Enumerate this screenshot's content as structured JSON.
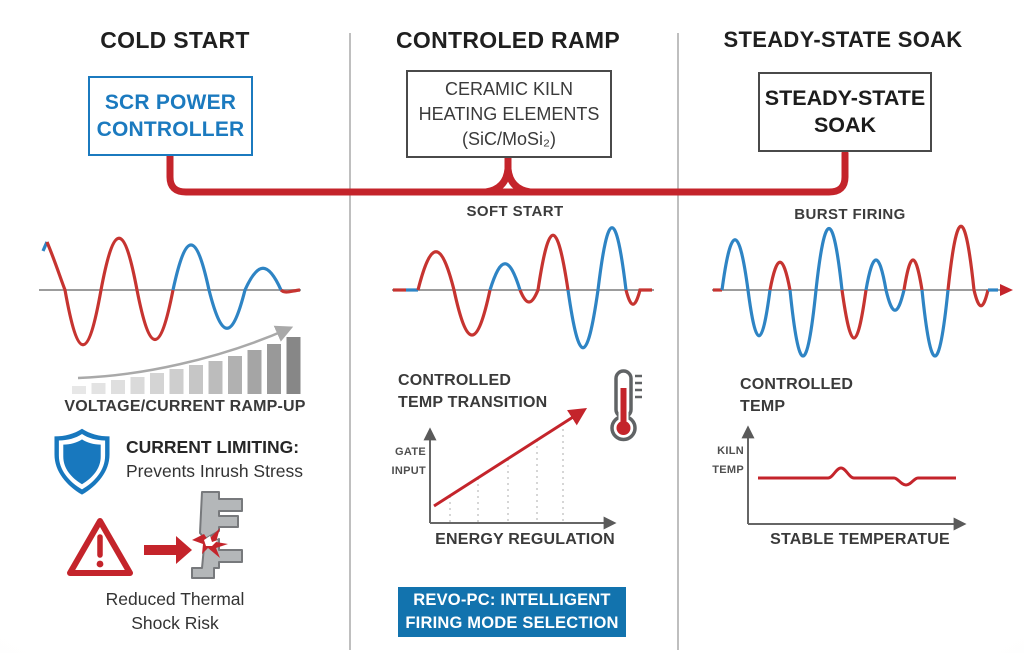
{
  "columns": {
    "cold_start": {
      "title": "COLD START"
    },
    "controlled_ramp": {
      "title": "CONTROLED RAMP"
    },
    "steady_state": {
      "title": "STEADY-STATE SOAK"
    }
  },
  "boxes": {
    "scr_power": {
      "line1": "SCR POWER",
      "line2": "CONTROLLER"
    },
    "kiln_elements": {
      "line1": "CERAMIC KILN",
      "line2": "HEATING ELEMENTS",
      "line3": "(SiC/MoSi₂)"
    },
    "soak": {
      "line1": "STEADY-STATE",
      "line2": "SOAK"
    }
  },
  "wave_labels": {
    "soft_start": "SOFT START",
    "burst_firing": "BURST FIRING"
  },
  "cold_start_col": {
    "ramp_caption": "VOLTAGE/CURRENT RAMP-UP",
    "current_limiting_title": "CURRENT LIMITING:",
    "current_limiting_text": "Prevents Inrush Stress",
    "thermal_risk_line1": "Reduced Thermal",
    "thermal_risk_line2": "Shock Risk"
  },
  "ramp_col": {
    "transition_line1": "CONTROLLED",
    "transition_line2": "TEMP TRANSITION",
    "y_axis_line1": "GATE",
    "y_axis_line2": "INPUT",
    "x_axis": "ENERGY REGULATION"
  },
  "soak_col": {
    "controlled_line1": "CONTROLLED",
    "controlled_line2": "TEMP",
    "y_axis_line1": "KILN",
    "y_axis_line2": "TEMP",
    "x_axis": "STABLE TEMPERATUE"
  },
  "banner": {
    "line1": "REVO-PC: INTELLIGENT",
    "line2": "FIRING MODE SELECTION"
  },
  "colors": {
    "bus_red": "#c4242b",
    "wave_red": "#c63430",
    "wave_blue": "#2e84c4",
    "accent_blue": "#1b7abf",
    "banner_blue": "#1273ae",
    "divider_gray": "#bfbfbf",
    "dark_text": "#1f1f1f"
  }
}
